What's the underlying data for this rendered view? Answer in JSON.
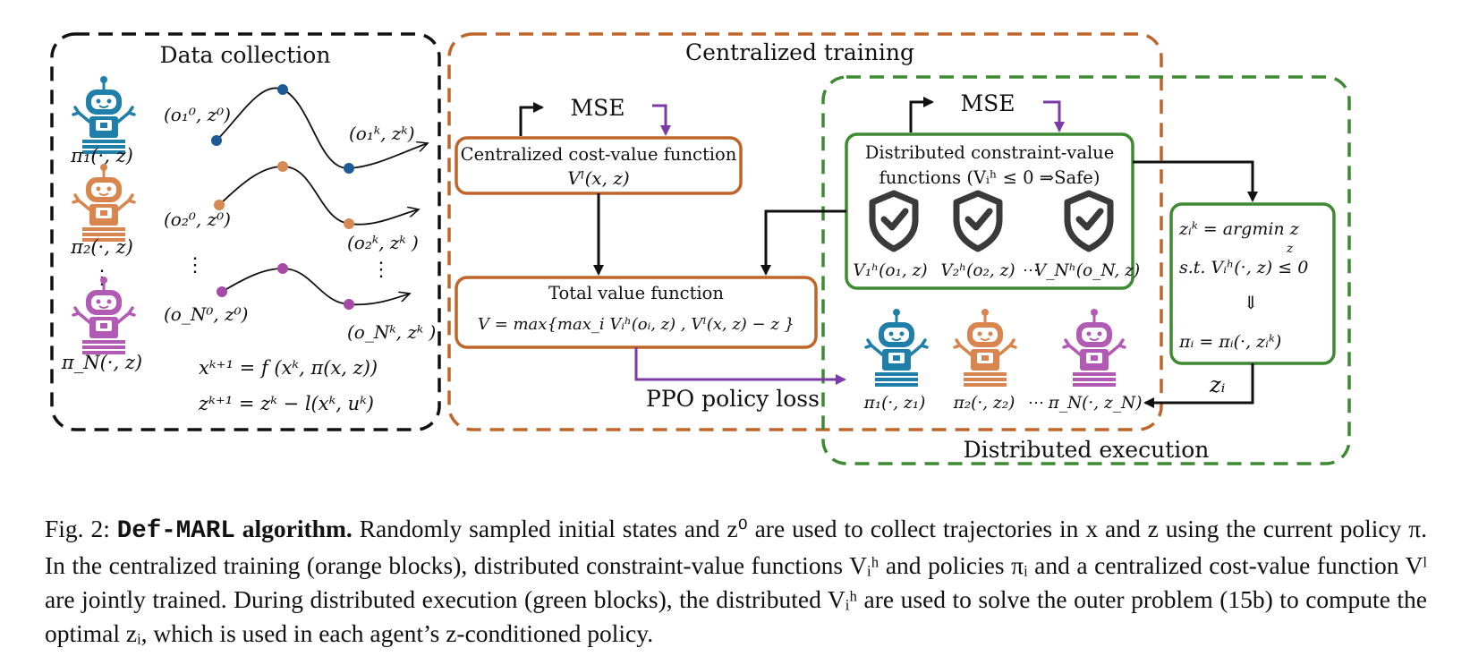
{
  "colors": {
    "black": "#111111",
    "orange": "#c0652a",
    "green": "#3e8a32",
    "purple": "#7b3aa6",
    "blue_robot": "#1f7fa8",
    "orange_robot": "#d9854f",
    "purple_robot": "#b25bb5",
    "traj_blue": "#1d5a96",
    "traj_orange": "#d58a55",
    "traj_purple": "#a64aa6"
  },
  "regions": {
    "data_collection": "Data collection",
    "centralized_training": "Centralized training",
    "distributed_execution": "Distributed execution"
  },
  "data_collection": {
    "robots": [
      {
        "icon": "robot-icon",
        "color": "blue",
        "label": "π₁(·, z)"
      },
      {
        "icon": "robot-icon",
        "color": "orange",
        "label": "π₂(·, z)"
      },
      {
        "icon": "robot-icon",
        "color": "purple",
        "label": "π_N(·, z)"
      }
    ],
    "vdots": "⋮",
    "traj_start_labels": [
      "(o₁⁰, z⁰)",
      "(o₂⁰, z⁰)",
      "(o_N⁰, z⁰)"
    ],
    "traj_end_labels": [
      "(o₁ᵏ, zᵏ)",
      "(o₂ᵏ, zᵏ )",
      "(o_Nᵏ, zᵏ )"
    ],
    "dynamics_x": "xᵏ⁺¹ = f (xᵏ, π(x, z))",
    "dynamics_z": "zᵏ⁺¹ = zᵏ − l(xᵏ, uᵏ)"
  },
  "training": {
    "mse_left": "MSE",
    "mse_right": "MSE",
    "cost_value_title": "Centralized cost-value function",
    "cost_value_formula": "Vˡ(x, z)",
    "total_value_title": "Total value function",
    "total_value_formula": "V = max{max_i Vᵢʰ(oᵢ, z) , Vˡ(x, z) − z }",
    "constraint_title_1": "Distributed constraint-value",
    "constraint_title_2": "functions (Vᵢʰ ≤ 0 ⇒Safe)",
    "constraint_labels": [
      "V₁ʰ(o₁, z)",
      "V₂ʰ(o₂, z)",
      "⋯",
      "V_Nʰ(o_N, z)"
    ],
    "ppo_label": "PPO policy loss"
  },
  "execution": {
    "opt_line1": "zᵢᵏ = argmin z",
    "opt_sub": "z",
    "opt_line2": "s.t.  Vᵢʰ(·, z) ≤ 0",
    "opt_implies": "⇓",
    "opt_line3": "πᵢ = πᵢ(·, zᵢᵏ)",
    "zi_label": "zᵢ",
    "policy_labels": [
      "π₁(·, z₁)",
      "π₂(·, z₂)",
      "⋯",
      "π_N(·, z_N)"
    ]
  },
  "caption": {
    "fig": "Fig. 2:",
    "algo": "Def-MARL",
    "algo_suffix": "algorithm.",
    "body": "Randomly sampled initial states and z⁰ are used to collect trajectories in x and z using the current policy π. In the centralized training (orange blocks), distributed constraint-value functions Vᵢʰ and policies πᵢ and a centralized cost-value function Vˡ are jointly trained. During distributed execution (green blocks), the distributed Vᵢʰ are used to solve the outer problem (15b) to compute the optimal zᵢ, which is used in each agent’s z-conditioned policy."
  }
}
